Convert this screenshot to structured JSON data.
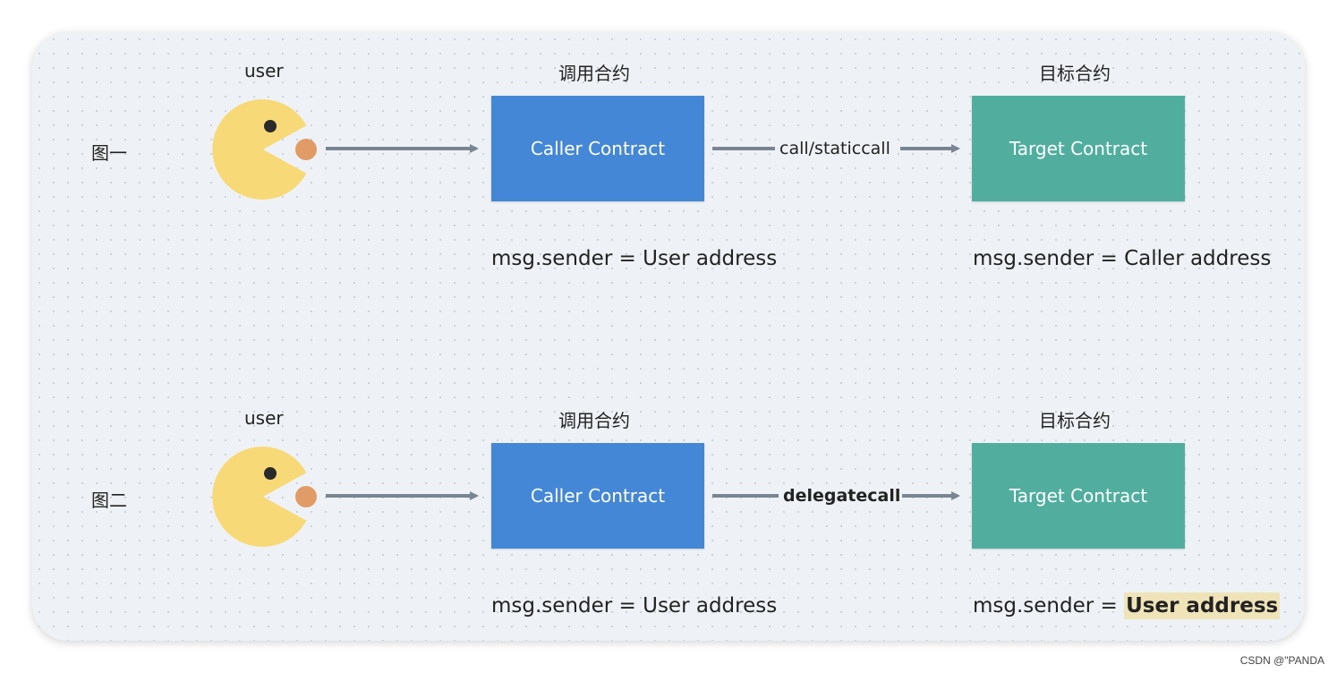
{
  "rows": [
    {
      "figure_label": "图一",
      "user_label": "user",
      "caller_title": "调用合约",
      "caller_box": "Caller Contract",
      "edge_label": "call/staticcall",
      "target_title": "目标合约",
      "target_box": "Target Contract",
      "caller_msg": "msg.sender = User address",
      "target_msg_prefix": "msg.sender = ",
      "target_msg_value": "Caller address"
    },
    {
      "figure_label": "图二",
      "user_label": "user",
      "caller_title": "调用合约",
      "caller_box": "Caller Contract",
      "edge_label": "delegatecall",
      "target_title": "目标合约",
      "target_box": "Target Contract",
      "caller_msg": "msg.sender = User address",
      "target_msg_prefix": "msg.sender = ",
      "target_msg_value": "User address"
    }
  ],
  "watermark": "CSDN @\"PANDA",
  "colors": {
    "caller": "#4487d6",
    "target": "#51ae9f",
    "arrow": "#7a8593",
    "pacman": "#f8d977",
    "food": "#e09b66",
    "highlight": "#efe3b8"
  },
  "icons": [
    "pacman-icon",
    "arrow-icon"
  ]
}
